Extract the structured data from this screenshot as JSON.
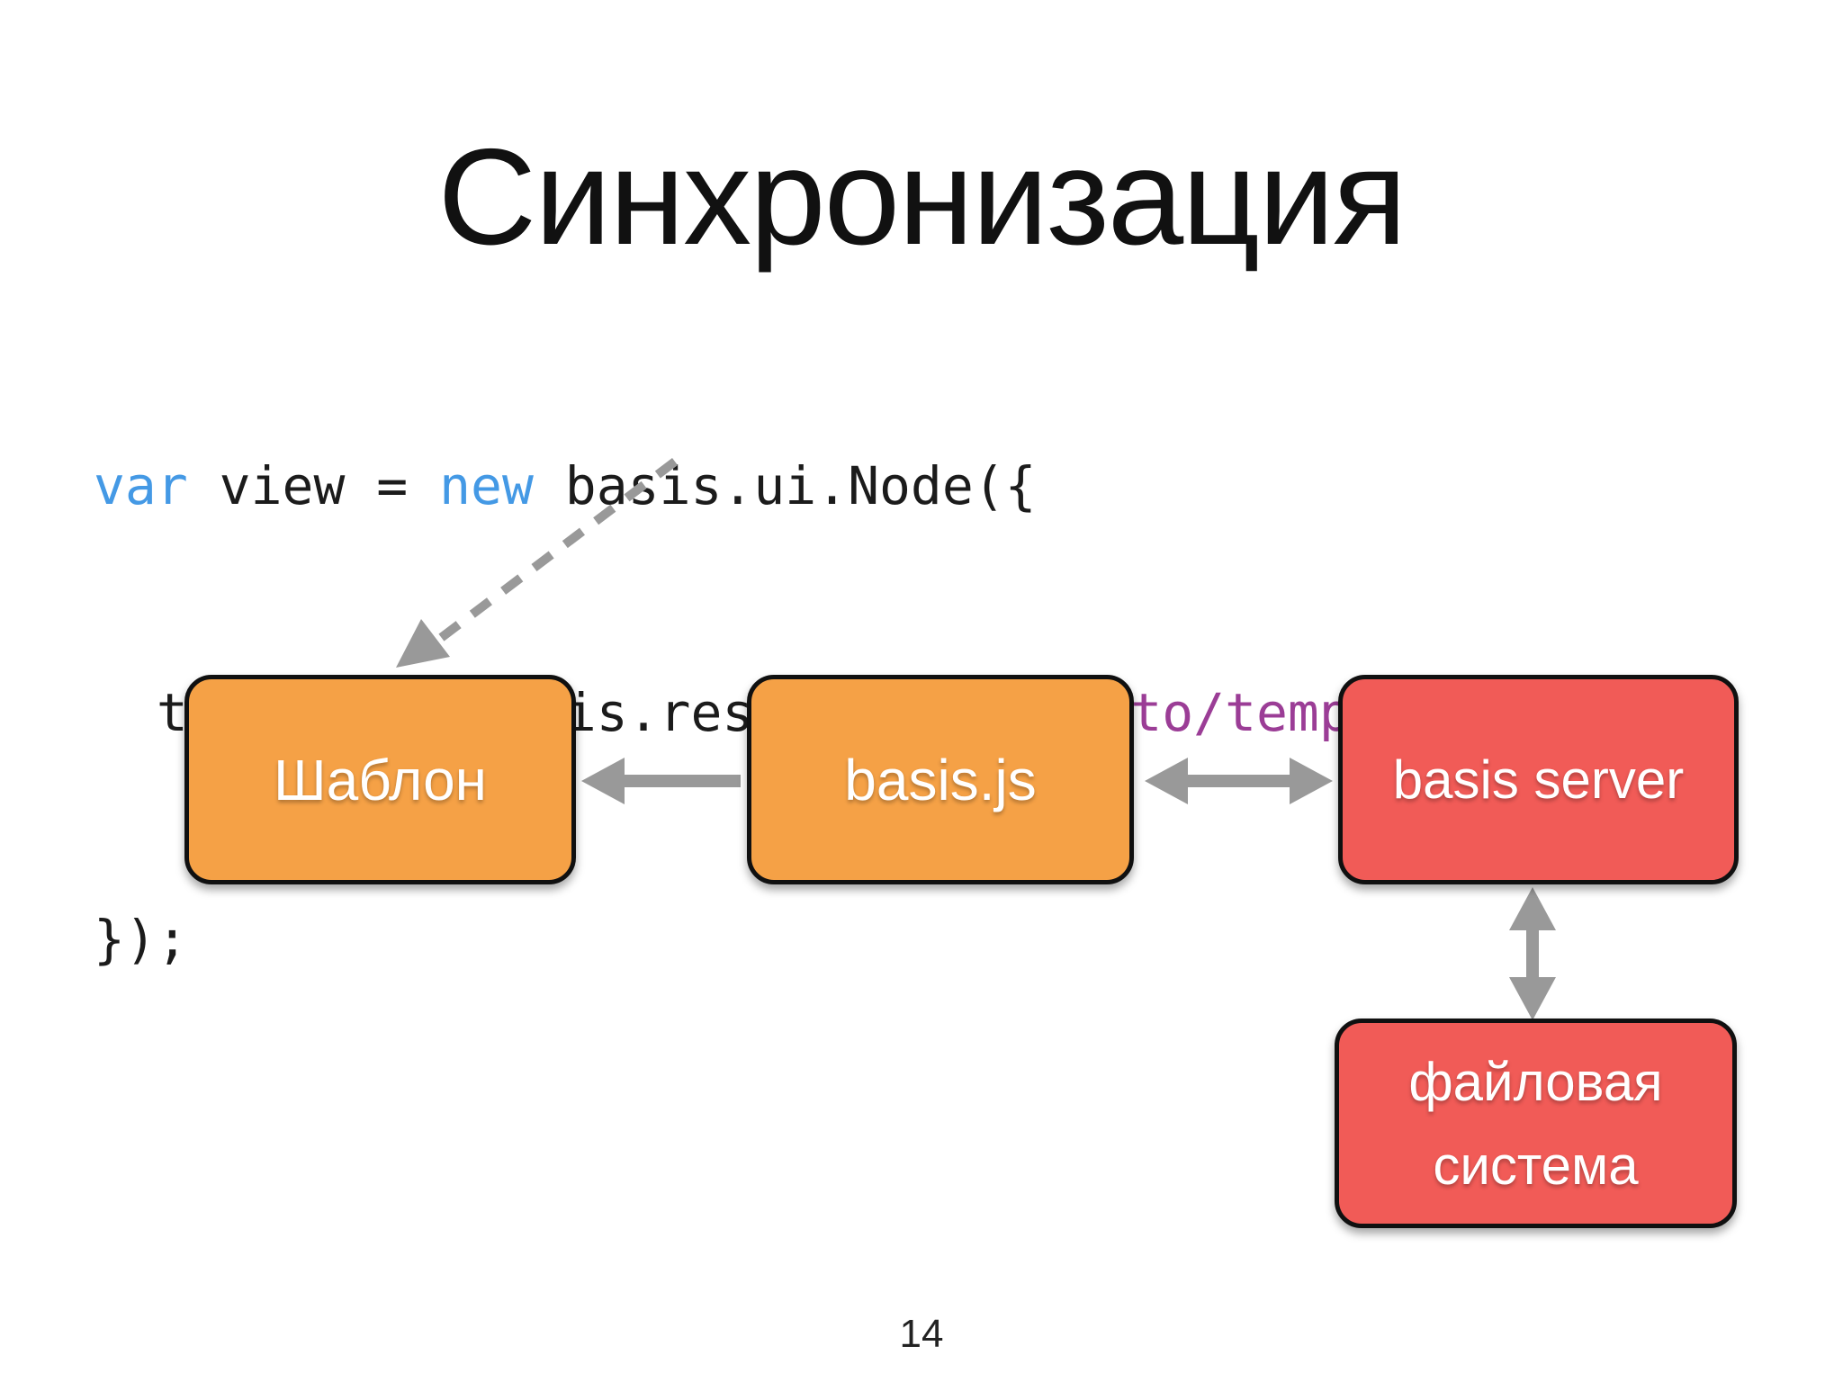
{
  "slide": {
    "title": "Синхронизация",
    "page_number": "14"
  },
  "code_block": {
    "line1": {
      "keyword_var": "var",
      "text_a": " view = ",
      "keyword_new": "new",
      "text_b": " basis.ui.Node({"
    },
    "line2": {
      "text_a": "  template: basis.resource(",
      "string_literal": "'path/to/template.tmpl'",
      "text_b": ")"
    },
    "line3": {
      "text_a": "});"
    }
  },
  "diagram": {
    "nodes": [
      {
        "id": "template",
        "label": "Шаблон",
        "fill": "#F5A146"
      },
      {
        "id": "basisjs",
        "label": "basis.js",
        "fill": "#F5A146"
      },
      {
        "id": "basis-server",
        "label": "basis server",
        "fill": "#F15B57"
      },
      {
        "id": "filesystem",
        "label": "файловая система",
        "fill": "#F15B57"
      }
    ],
    "edges": [
      {
        "from": "code-snippet",
        "to": "template",
        "style": "dashed",
        "direction": "one-way"
      },
      {
        "from": "basisjs",
        "to": "template",
        "style": "solid",
        "direction": "one-way"
      },
      {
        "from": "basisjs",
        "to": "basis-server",
        "style": "solid",
        "direction": "two-way"
      },
      {
        "from": "basis-server",
        "to": "filesystem",
        "style": "solid",
        "direction": "two-way"
      }
    ],
    "arrow_color": "#999999",
    "node_border_color": "#101010",
    "node_text_color": "#ffffff"
  },
  "colors": {
    "background": "#ffffff",
    "title_text": "#111111",
    "code_text": "#1b1b1b",
    "code_keyword": "#4499E5",
    "code_string": "#9B3D96",
    "orange_node": "#F5A146",
    "red_node": "#F15B57",
    "arrow_gray": "#999999"
  }
}
